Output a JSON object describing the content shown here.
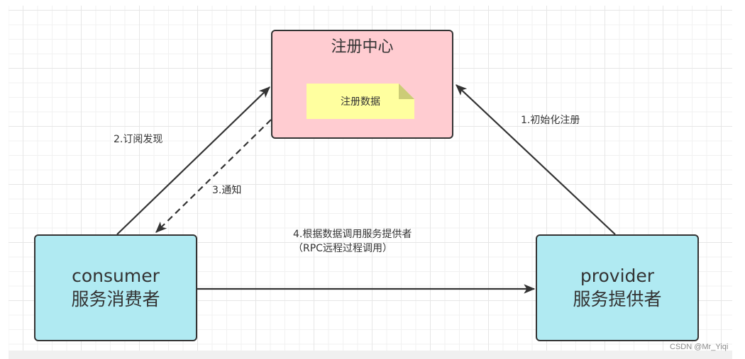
{
  "diagram": {
    "title": "Registry / Consumer / Provider RPC flow",
    "colors": {
      "registry_fill": "#ffccd1",
      "note_fill": "#ffff9f",
      "note_fold": "#cccc77",
      "service_fill": "#b0eaf2",
      "stroke": "#333333",
      "grid_major": "#e6e6e6",
      "grid_minor": "#f1f1f1"
    },
    "nodes": {
      "registry": {
        "label": "注册中心",
        "note": "注册数据"
      },
      "consumer": {
        "label_en": "consumer",
        "label_zh": "服务消费者"
      },
      "provider": {
        "label_en": "provider",
        "label_zh": "服务提供者"
      }
    },
    "edges": [
      {
        "id": "e1",
        "from": "provider",
        "to": "registry",
        "style": "solid",
        "label": "1.初始化注册"
      },
      {
        "id": "e2",
        "from": "consumer",
        "to": "registry",
        "style": "solid",
        "label": "2.订阅发现"
      },
      {
        "id": "e3",
        "from": "registry",
        "to": "consumer",
        "style": "dashed",
        "label": "3.通知"
      },
      {
        "id": "e4",
        "from": "consumer",
        "to": "provider",
        "style": "solid",
        "label": "4.根据数据调用服务提供者（RPC远程过程调用）"
      }
    ]
  },
  "watermark": "CSDN @Mr_Yiqi"
}
